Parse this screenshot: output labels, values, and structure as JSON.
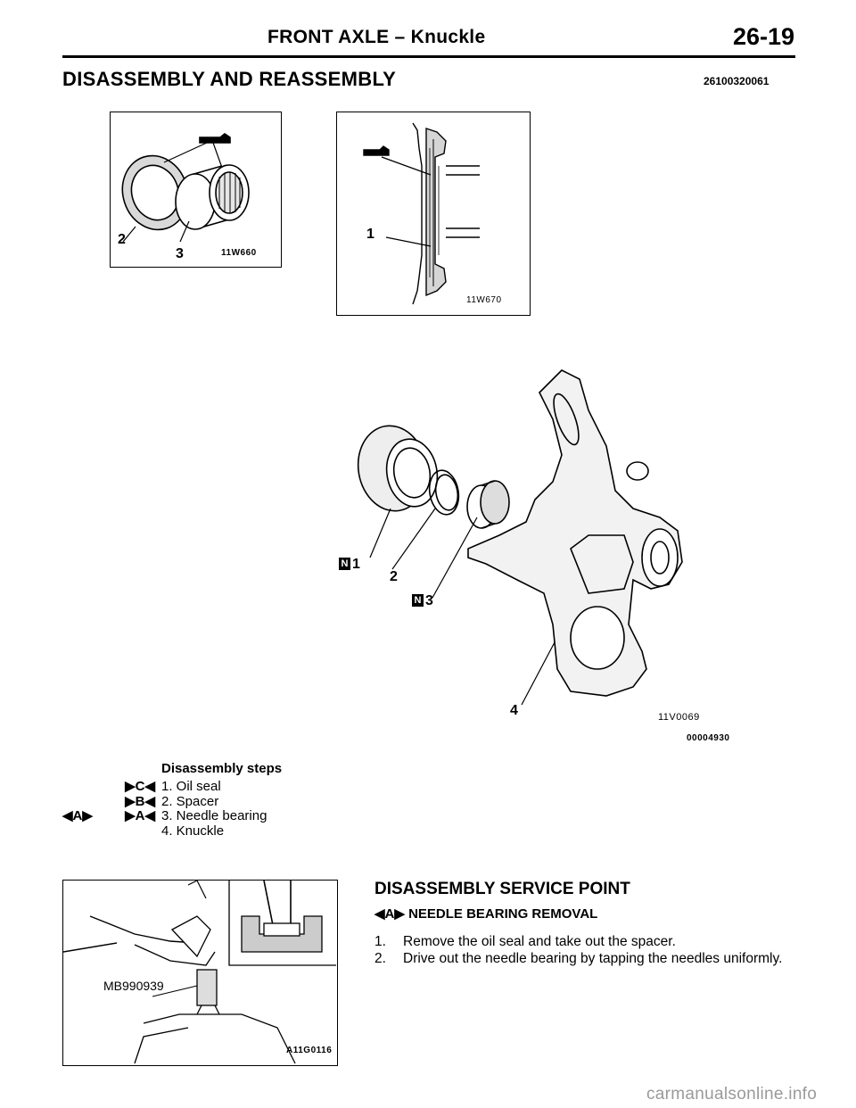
{
  "header": {
    "title": "FRONT AXLE – Knuckle",
    "page_number": "26-19"
  },
  "section": {
    "title": "DISASSEMBLY AND REASSEMBLY",
    "code": "26100320061"
  },
  "figures": {
    "fig1": {
      "code": "11W660",
      "callouts": [
        "2",
        "3"
      ]
    },
    "fig2": {
      "code": "11W670",
      "callout": "1"
    },
    "fig3": {
      "code": "11V0069",
      "code2": "00004930",
      "callouts": [
        "1",
        "2",
        "3",
        "4"
      ],
      "badge": "N"
    },
    "fig4": {
      "code": "A11G0116",
      "tool_label": "MB990939"
    }
  },
  "steps": {
    "title": "Disassembly steps",
    "items": [
      {
        "left_mark": "",
        "right_mark": "▶C◀",
        "text": "1. Oil seal"
      },
      {
        "left_mark": "",
        "right_mark": "▶B◀",
        "text": "2. Spacer"
      },
      {
        "left_mark": "◀A▶",
        "right_mark": "▶A◀",
        "text": "3. Needle bearing"
      },
      {
        "left_mark": "",
        "right_mark": "",
        "text": "4. Knuckle"
      }
    ]
  },
  "service_point": {
    "title": "DISASSEMBLY SERVICE POINT",
    "subtitle_mark": "◀A▶",
    "subtitle": "NEEDLE BEARING REMOVAL",
    "items": [
      {
        "num": "1.",
        "text": "Remove the oil seal and take out the spacer."
      },
      {
        "num": "2.",
        "text": "Drive out the needle bearing by tapping the needles uniformly."
      }
    ]
  },
  "watermark": "carmanualsonline.info"
}
